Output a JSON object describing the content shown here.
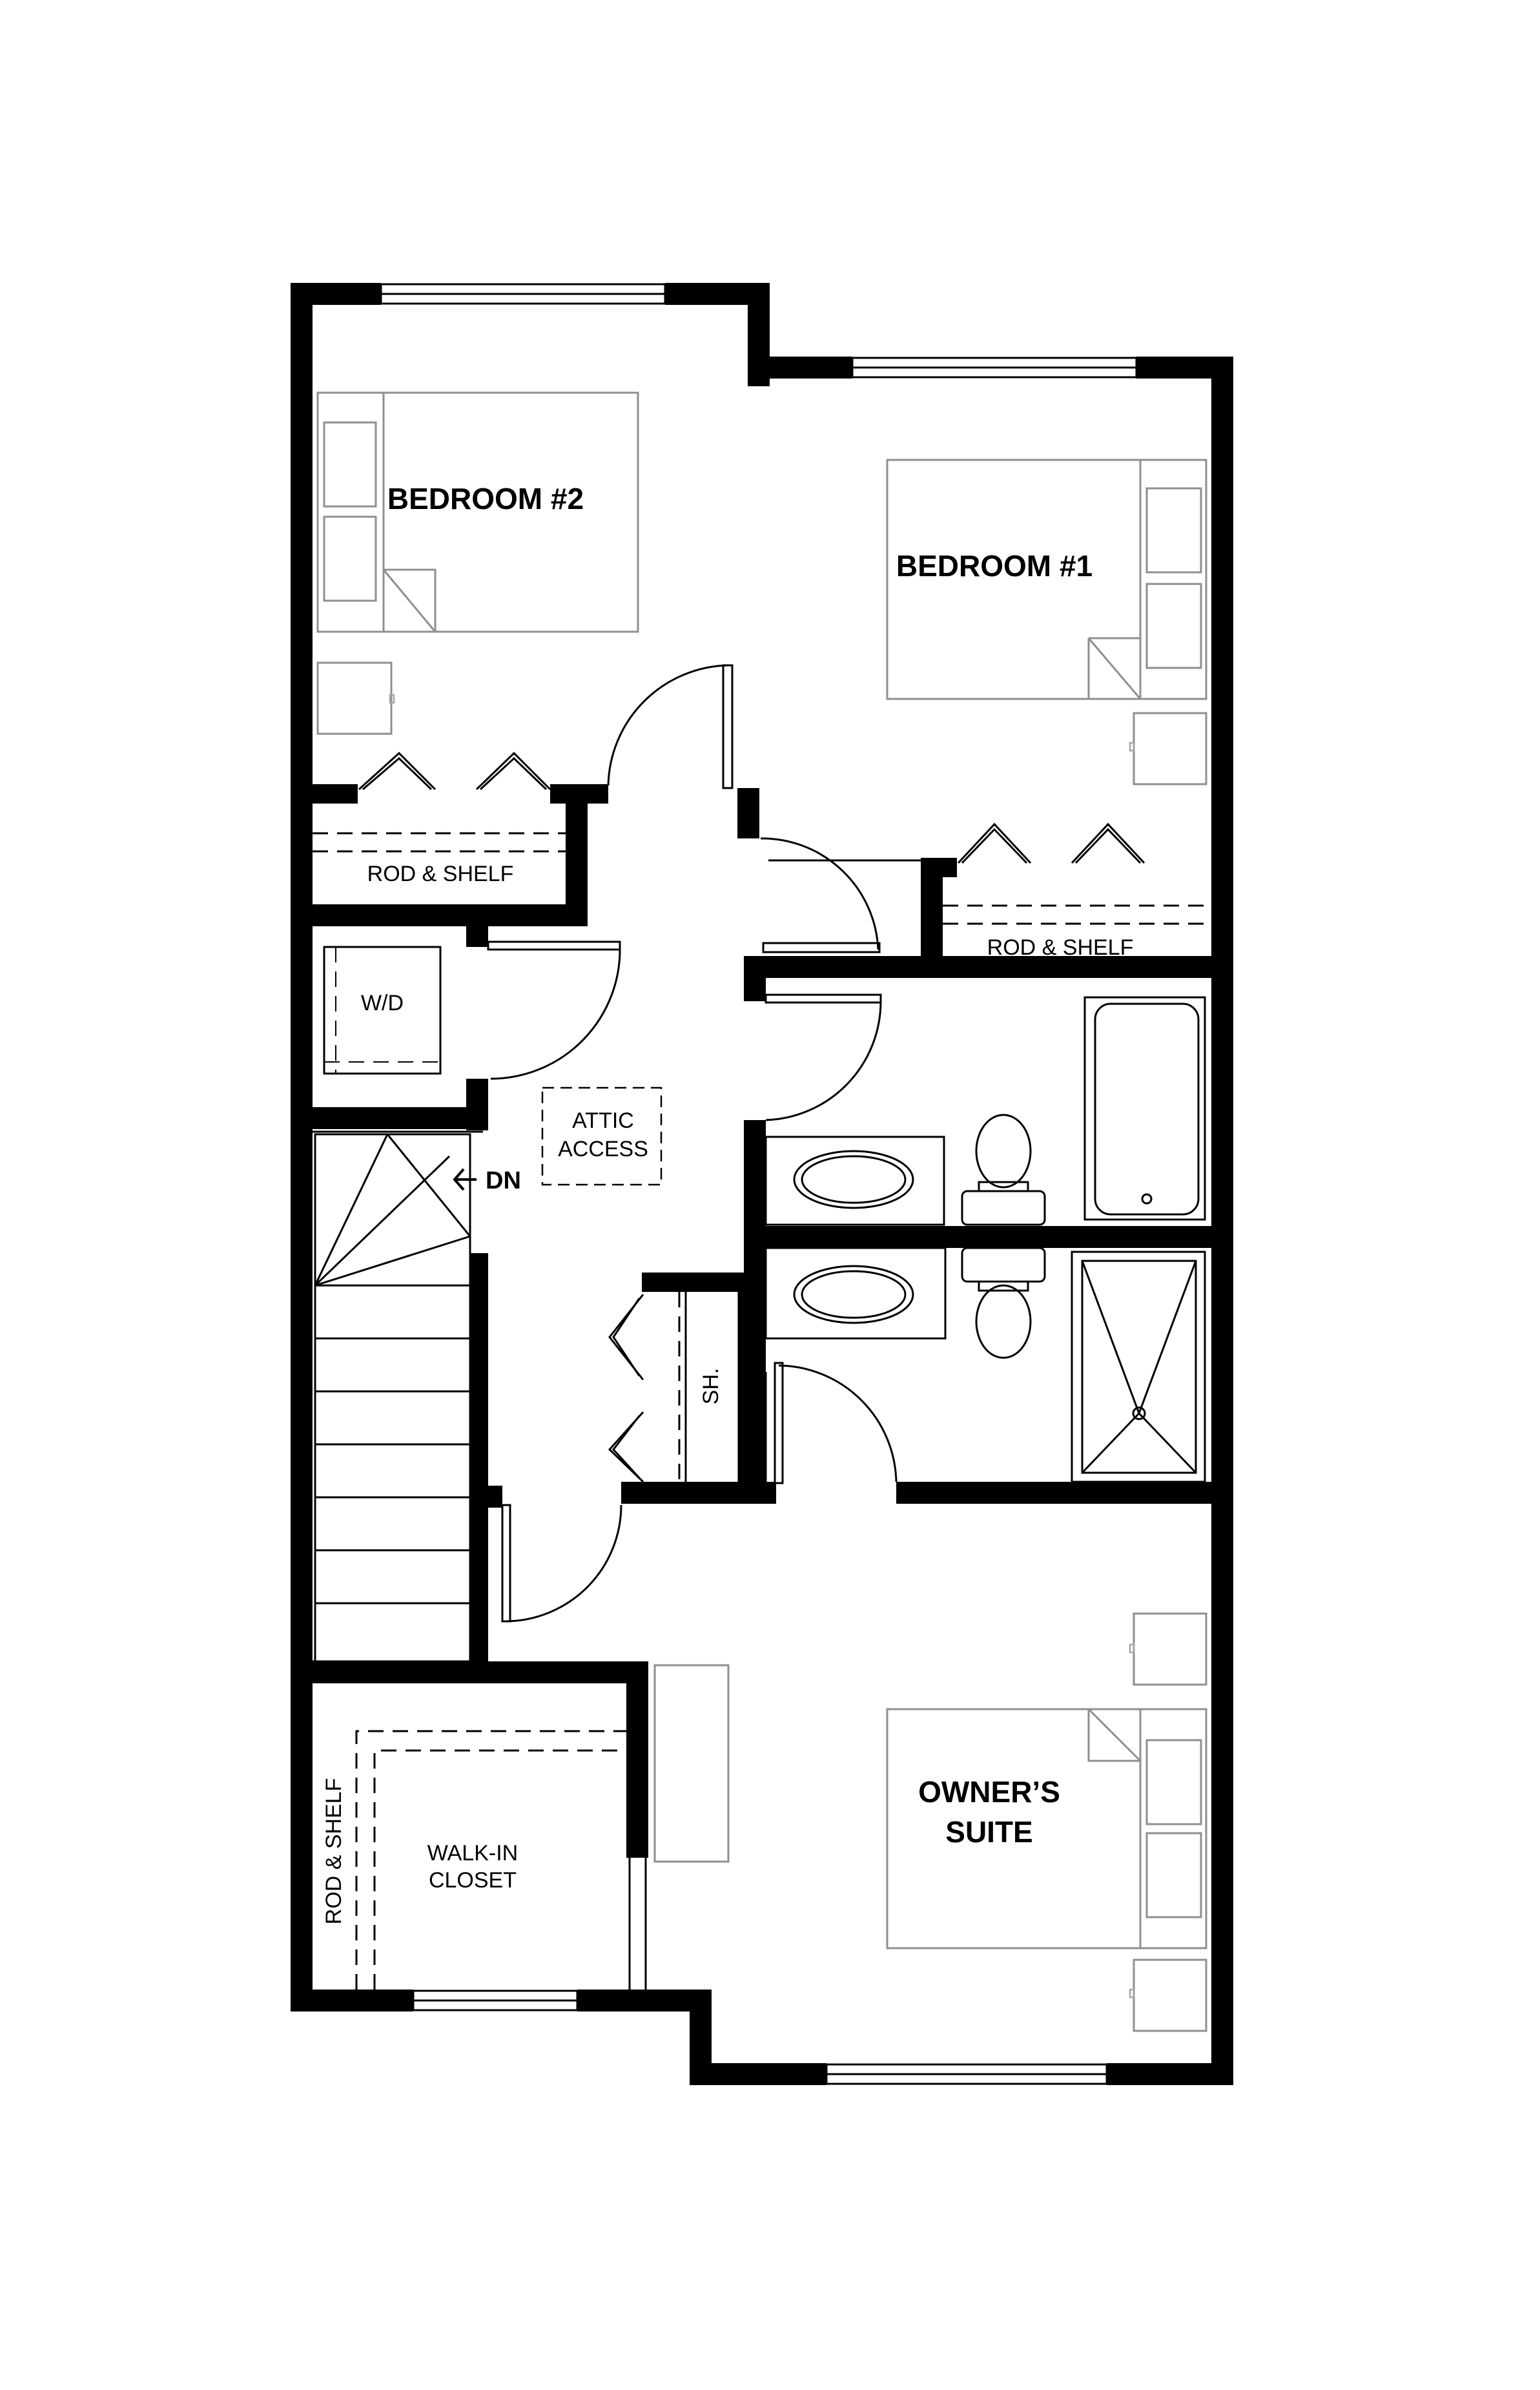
{
  "rooms": {
    "bedroom2": "BEDROOM #2",
    "bedroom1": "BEDROOM #1",
    "owners_suite_line1": "OWNER’S",
    "owners_suite_line2": "SUITE",
    "walkin_line1": "WALK-IN",
    "walkin_line2": "CLOSET"
  },
  "fixtures": {
    "rod_shelf_bed2": "ROD & SHELF",
    "rod_shelf_bed1": "ROD & SHELF",
    "rod_shelf_closet": "ROD & SHELF",
    "washer_dryer": "W/D",
    "attic_line1": "ATTIC",
    "attic_line2": "ACCESS",
    "shelf": "SH.",
    "stairs_down": "DN"
  },
  "colors": {
    "wall": "#000000",
    "furniture": "#8f8f8f",
    "background": "#ffffff"
  }
}
